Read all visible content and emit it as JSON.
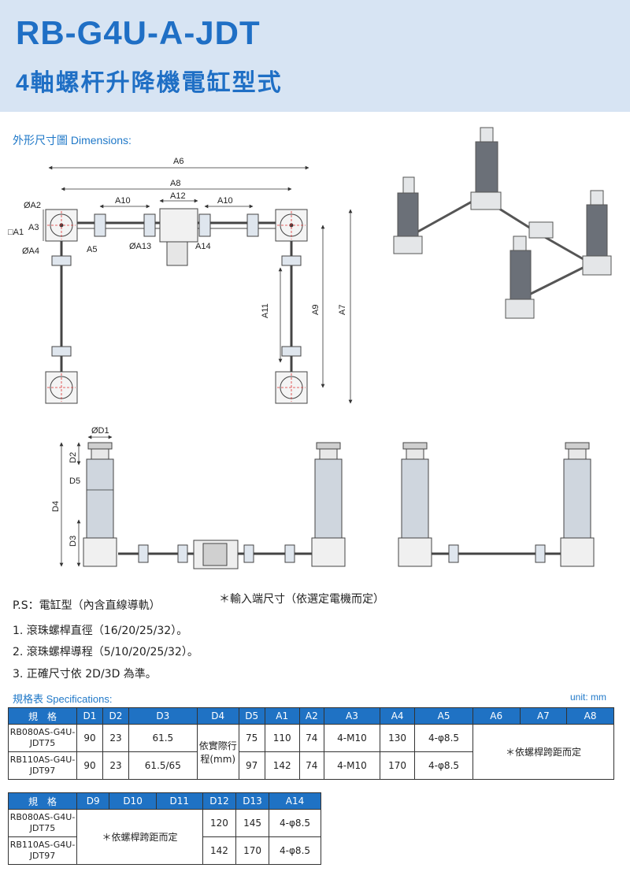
{
  "header": {
    "model": "RB-G4U-A-JDT",
    "subtitle": "4軸螺杆升降機電缸型式"
  },
  "dimensions_label": "外形尺寸圖 Dimensions:",
  "top_view_labels": [
    "A6",
    "A8",
    "A10",
    "A12",
    "A10",
    "ØA2",
    "A3",
    "A5",
    "ØA13",
    "A14",
    "ØA4",
    "A11",
    "A9",
    "A7",
    "□A1"
  ],
  "side_view_labels": [
    "ØD1",
    "D2",
    "D5",
    "D4",
    "D3"
  ],
  "input_note": "＊輸入端尺寸（依選定電機而定）",
  "notes": {
    "ps": "P.S：電缸型（內含直線導軌）",
    "n1": "1. 滾珠螺桿直徑（16/20/25/32）。",
    "n2": "2. 滾珠螺桿導程（5/10/20/25/32）。",
    "n3": "3. 正確尺寸依 2D/3D 為準。"
  },
  "spec_label": "規格表 Specifications:",
  "unit": "unit: mm",
  "table1": {
    "headers": [
      "規　格",
      "D1",
      "D2",
      "D3",
      "D4",
      "D5",
      "A1",
      "A2",
      "A3",
      "A4",
      "A5",
      "A6",
      "A7",
      "A8"
    ],
    "d4_note": "依實際行程(mm)",
    "a6_a8_note": "＊依螺桿跨距而定",
    "rows": [
      {
        "model": "RB080AS-G4U-JDT75",
        "D1": "90",
        "D2": "23",
        "D3": "61.5",
        "D5": "75",
        "A1": "110",
        "A2": "74",
        "A3": "4-M10",
        "A4": "130",
        "A5": "4-φ8.5"
      },
      {
        "model": "RB110AS-G4U-JDT97",
        "D1": "90",
        "D2": "23",
        "D3": "61.5/65",
        "D5": "97",
        "A1": "142",
        "A2": "74",
        "A3": "4-M10",
        "A4": "170",
        "A5": "4-φ8.5"
      }
    ]
  },
  "table2": {
    "headers": [
      "規　格",
      "D9",
      "D10",
      "D11",
      "D12",
      "D13",
      "A14"
    ],
    "d9_d11_note": "＊依螺桿跨距而定",
    "rows": [
      {
        "model": "RB080AS-G4U-JDT75",
        "D12": "120",
        "D13": "145",
        "A14": "4-φ8.5"
      },
      {
        "model": "RB110AS-G4U-JDT97",
        "D12": "142",
        "D13": "170",
        "A14": "4-φ8.5"
      }
    ]
  }
}
